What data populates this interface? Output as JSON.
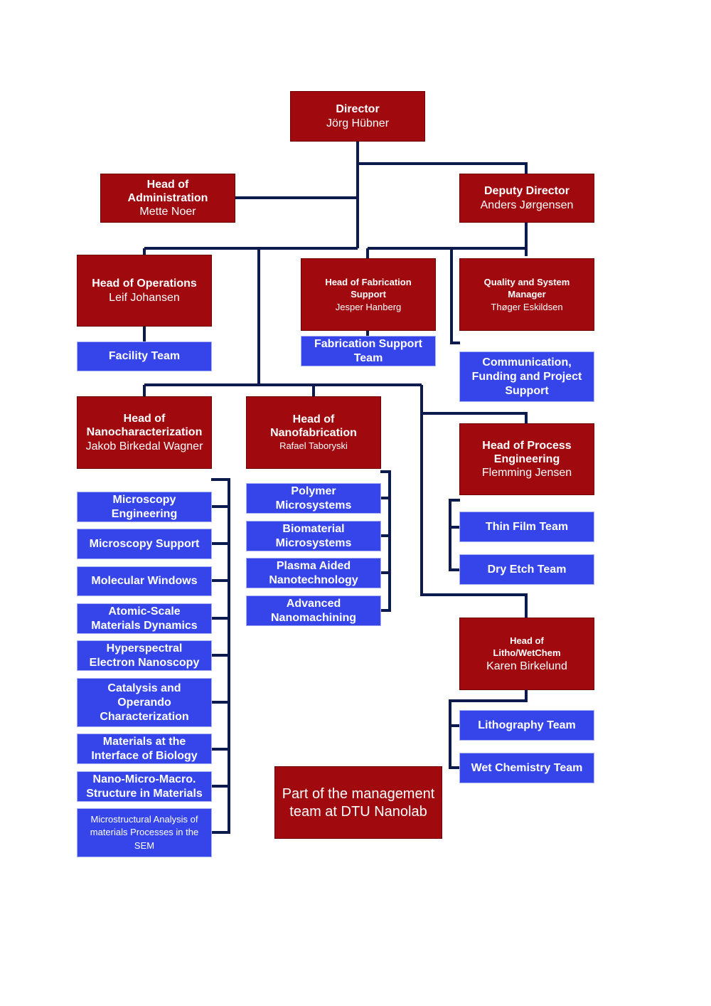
{
  "colors": {
    "management": "#a00a0f",
    "team": "#3645ea",
    "connector": "#0d1a4d"
  },
  "director": {
    "title": "Director",
    "name": "Jörg Hübner"
  },
  "head_admin": {
    "title_line1": "Head of",
    "title_line2": "Administration",
    "name": "Mette Noer"
  },
  "deputy": {
    "title": "Deputy Director",
    "name": "Anders Jørgensen"
  },
  "head_operations": {
    "title": "Head of Operations",
    "name": "Leif Johansen"
  },
  "facility_team": "Facility Team",
  "head_fab_support": {
    "title_line1": "Head of Fabrication",
    "title_line2": "Support",
    "name": "Jesper Hanberg"
  },
  "fab_support_team": {
    "line1": "Fabrication Support",
    "line2": "Team"
  },
  "quality_manager": {
    "title_line1": "Quality and System",
    "title_line2": "Manager",
    "name": "Thøger Eskildsen"
  },
  "communication": {
    "line1": "Communication,",
    "line2": "Funding and Project",
    "line3": "Support"
  },
  "head_nanochar": {
    "title_line1": "Head of",
    "title_line2": "Nanocharacterization",
    "name": "Jakob Birkedal Wagner"
  },
  "head_nanofab": {
    "title_line1": "Head of",
    "title_line2": "Nanofabrication",
    "name": "Rafael Taboryski"
  },
  "head_process": {
    "title_line1": "Head of Process",
    "title_line2": "Engineering",
    "name": "Flemming Jensen"
  },
  "head_litho": {
    "title_line1": "Head of",
    "title_line2": "Litho/WetChem",
    "name": "Karen Birkelund"
  },
  "nanochar_teams": [
    {
      "line1": "Microscopy",
      "line2": "Engineering"
    },
    {
      "line1": "Microscopy Support"
    },
    {
      "line1": "Molecular Windows"
    },
    {
      "line1": "Atomic-Scale",
      "line2": "Materials Dynamics"
    },
    {
      "line1": "Hyperspectral",
      "line2": "Electron Nanoscopy"
    },
    {
      "line1": "Catalysis and",
      "line2": "Operando",
      "line3": "Characterization"
    },
    {
      "line1": "Materials at the",
      "line2": "Interface of Biology"
    },
    {
      "line1": "Nano-Micro-Macro.",
      "line2": "Structure in Materials"
    },
    {
      "line1": "Microstructural Analysis of",
      "line2": "materials Processes in the",
      "line3": "SEM"
    }
  ],
  "nanofab_teams": [
    {
      "line1": "Polymer",
      "line2": "Microsystems"
    },
    {
      "line1": "Biomaterial",
      "line2": "Microsystems"
    },
    {
      "line1": "Plasma Aided",
      "line2": "Nanotechnology"
    },
    {
      "line1": "Advanced",
      "line2": "Nanomachining"
    }
  ],
  "process_teams": [
    "Thin Film Team",
    "Dry Etch Team"
  ],
  "litho_teams": [
    "Lithography Team",
    "Wet Chemistry Team"
  ],
  "legend": {
    "line1": "Part of the management",
    "line2": "team at DTU Nanolab"
  }
}
